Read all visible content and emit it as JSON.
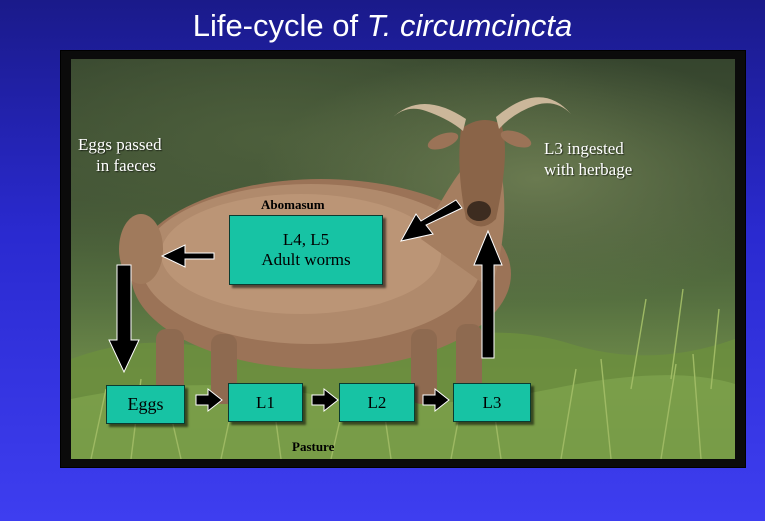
{
  "slide": {
    "title_prefix": "Life-cycle of ",
    "title_species": "T. circumcincta"
  },
  "annotations": {
    "eggs_passed_line1": "Eggs passed",
    "eggs_passed_line2": "in faeces",
    "l3_ingested_line1": "L3 ingested",
    "l3_ingested_line2": "with herbage",
    "abomasum": "Abomasum",
    "pasture": "Pasture"
  },
  "boxes": {
    "abomasum_line1": "L4, L5",
    "abomasum_line2": "Adult worms",
    "eggs": "Eggs",
    "l1": "L1",
    "l2": "L2",
    "l3": "L3"
  },
  "colors": {
    "box_fill": "#17c3a4",
    "background_top": "#1a1a8a",
    "background_bottom": "#3e3ef0"
  }
}
